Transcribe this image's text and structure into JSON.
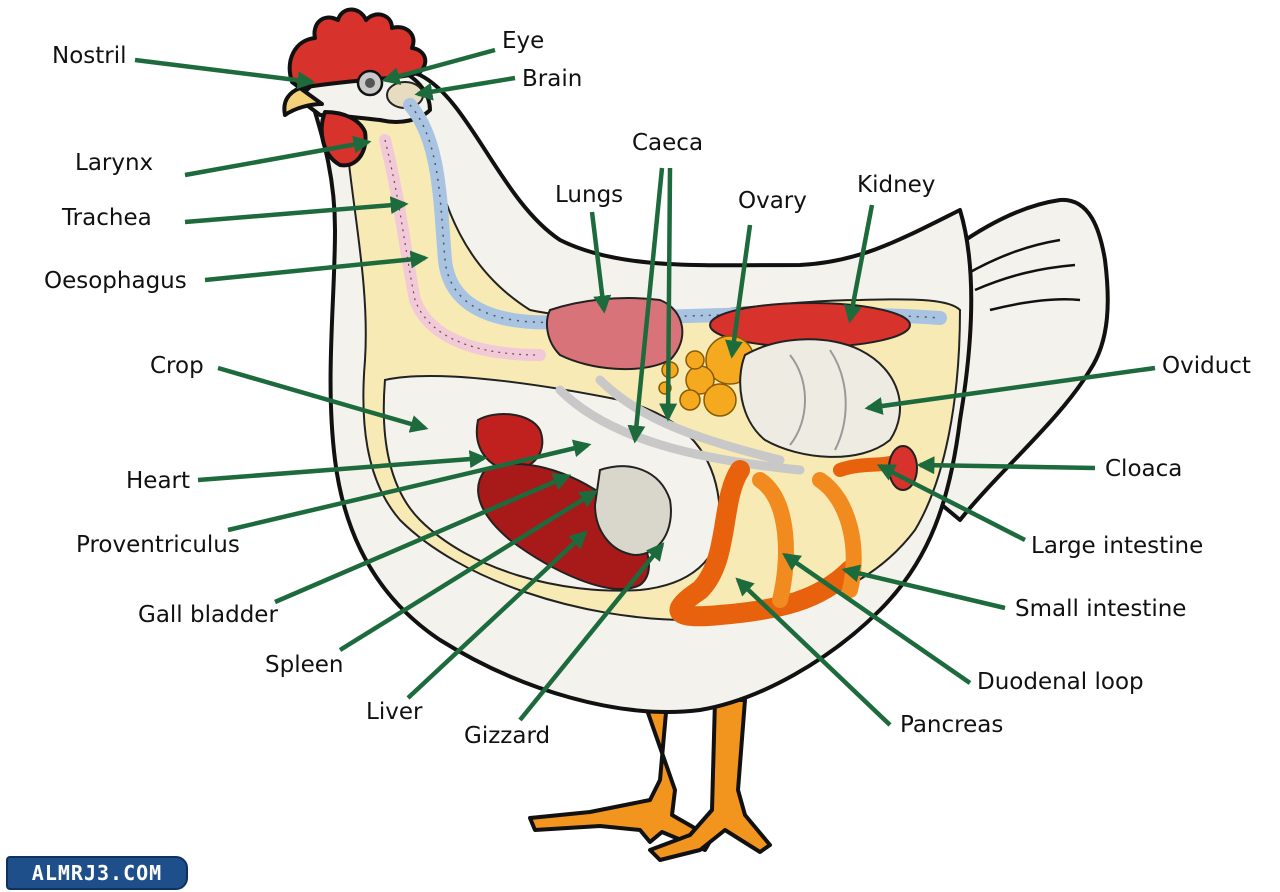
{
  "colors": {
    "arrow": "#1d6b3c",
    "comb": "#d8322c",
    "feather": "#f3f2ec",
    "cavity": "#f7eab5",
    "legs": "#f2951f",
    "watermark_bg": "#1f4f8a"
  },
  "labels": {
    "nostril": "Nostril",
    "eye": "Eye",
    "brain": "Brain",
    "larynx": "Larynx",
    "trachea": "Trachea",
    "oesophagus": "Oesophagus",
    "caeca": "Caeca",
    "lungs": "Lungs",
    "ovary": "Ovary",
    "kidney": "Kidney",
    "crop": "Crop",
    "oviduct": "Oviduct",
    "heart": "Heart",
    "cloaca": "Cloaca",
    "proventriculus": "Proventriculus",
    "large_intestine": "Large intestine",
    "gall_bladder": "Gall bladder",
    "small_intestine": "Small intestine",
    "spleen": "Spleen",
    "duodenal_loop": "Duodenal loop",
    "liver": "Liver",
    "pancreas": "Pancreas",
    "gizzard": "Gizzard"
  },
  "watermark": "ALMRJ3.COM"
}
